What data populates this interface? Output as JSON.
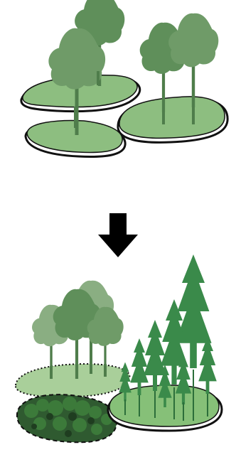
{
  "figure": {
    "top_panel": {
      "islands": [
        {
          "id": "island-back-left",
          "fill": "#8dbe80"
        },
        {
          "id": "island-front-left",
          "fill": "#8dbe80"
        },
        {
          "id": "island-right",
          "fill": "#8dbe80"
        }
      ],
      "tree_colors": [
        "#5f8f5a",
        "#6f9b68",
        "#4f7d4b"
      ]
    },
    "arrow": {
      "direction": "down",
      "color": "#000000"
    },
    "bottom_panel": {
      "patches": [
        {
          "id": "patch-dotted-upper",
          "fill": "#a9cf9a",
          "border": "dotted"
        },
        {
          "id": "patch-dashed-shrub",
          "fill": "#2f5a30",
          "border": "dashed"
        },
        {
          "id": "patch-solid-conifer",
          "fill": "#86c078",
          "border": "solid"
        }
      ],
      "colors": {
        "conifer": "#3a8a4a",
        "shrub": "#3c7a3a",
        "dark_shrub": "#1f3d20"
      }
    }
  }
}
